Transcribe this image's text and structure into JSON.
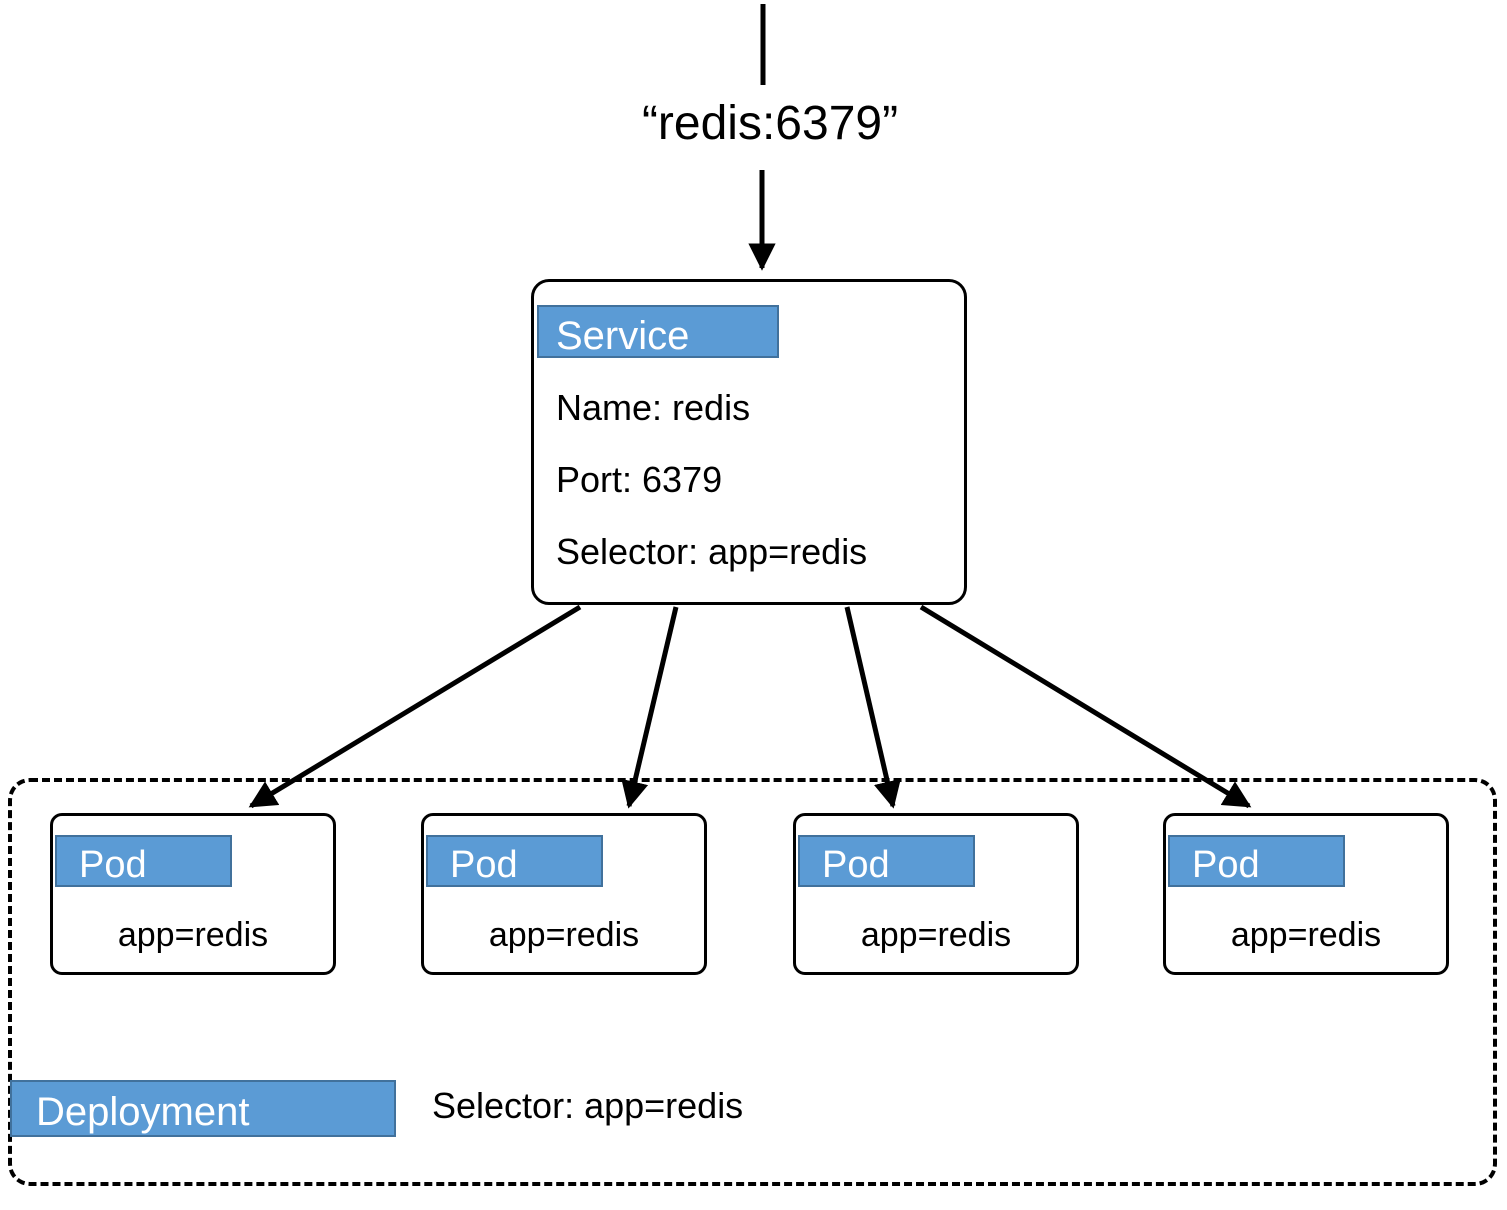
{
  "diagram": {
    "title": "Kubernetes Service to Pods selector diagram",
    "colors": {
      "badge_fill": "#5B9BD5",
      "badge_border": "#41719C",
      "badge_text": "#FFFFFF",
      "line": "#000000",
      "background": "#FFFFFF"
    }
  },
  "client": {
    "label": "“redis:6379”"
  },
  "service": {
    "badge": "Service",
    "lines": [
      "Name: redis",
      "Port: 6379",
      "Selector: app=redis"
    ]
  },
  "deployment": {
    "badge": "Deployment",
    "selector": "Selector: app=redis",
    "pods": [
      {
        "badge": "Pod",
        "label": "app=redis"
      },
      {
        "badge": "Pod",
        "label": "app=redis"
      },
      {
        "badge": "Pod",
        "label": "app=redis"
      },
      {
        "badge": "Pod",
        "label": "app=redis"
      }
    ]
  }
}
